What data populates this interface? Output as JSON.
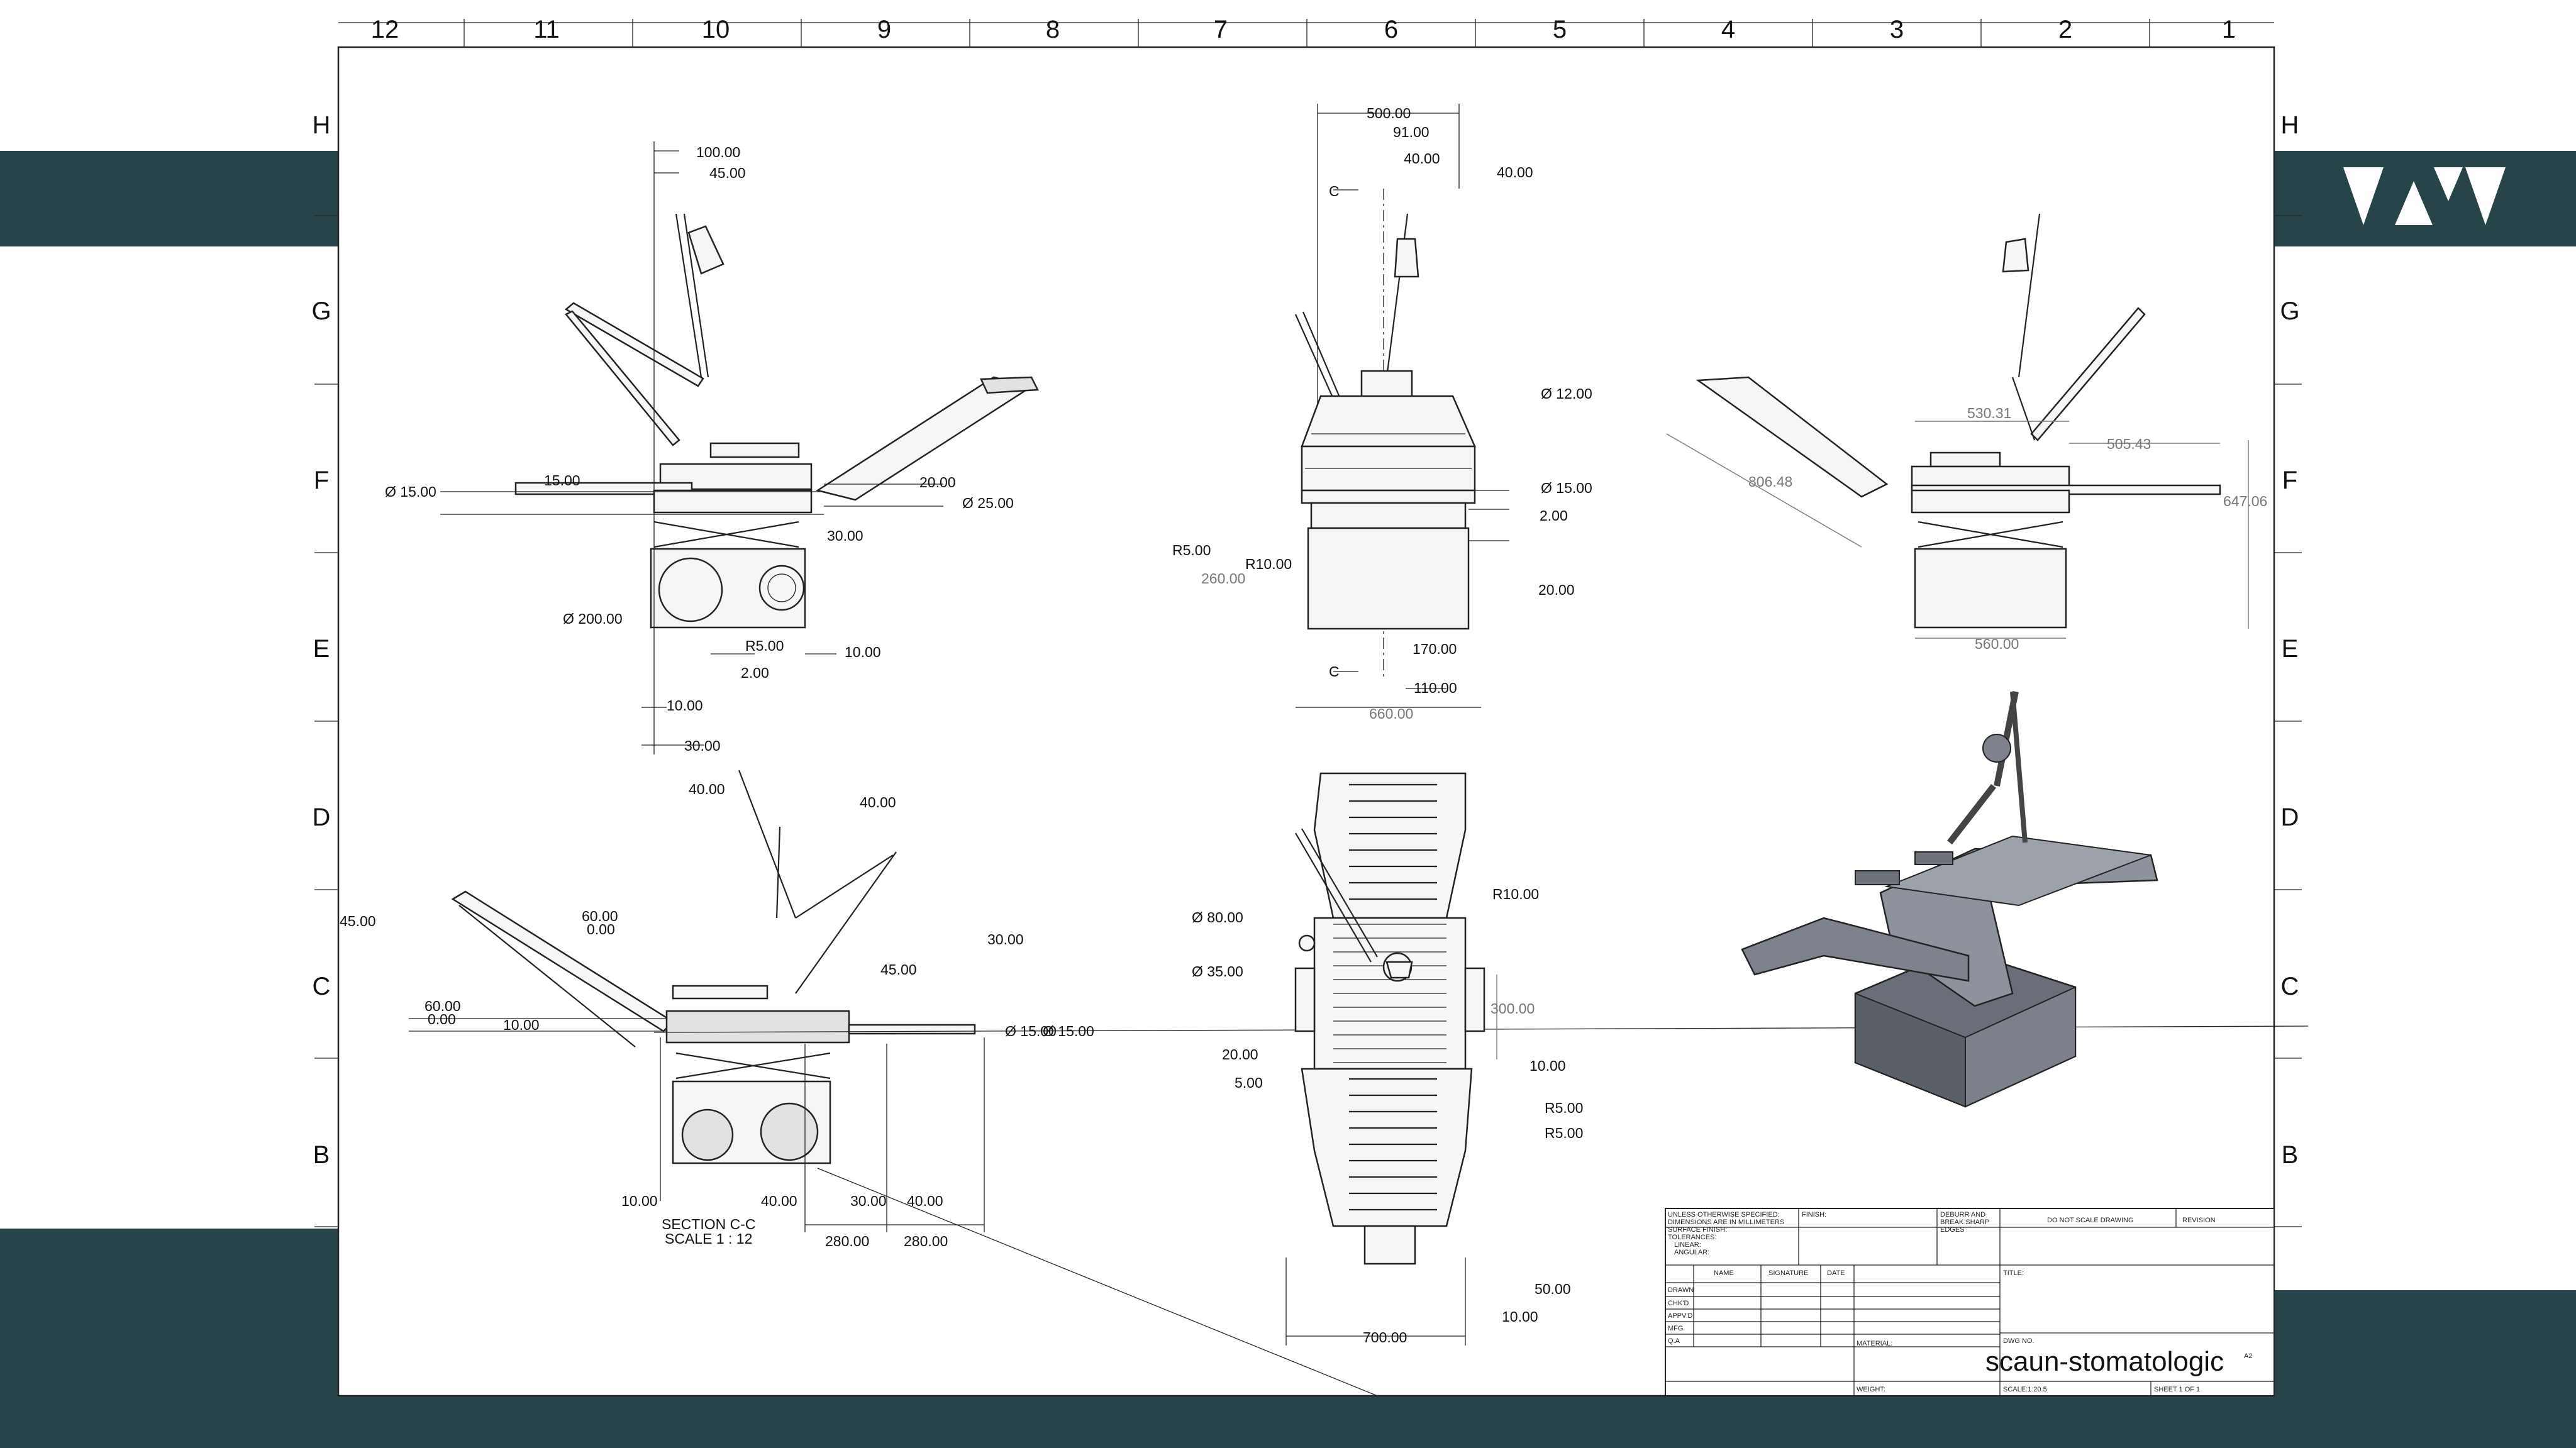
{
  "zone_columns": [
    "12",
    "11",
    "10",
    "9",
    "8",
    "7",
    "6",
    "5",
    "4",
    "3",
    "2",
    "1"
  ],
  "zone_rows": [
    "H",
    "G",
    "F",
    "E",
    "D",
    "C",
    "B"
  ],
  "views": {
    "left": {
      "dims": [
        "100.00",
        "45.00",
        "15.00",
        "Ø 15.00",
        "20.00",
        "Ø 25.00",
        "30.00",
        "Ø 200.00",
        "R5.00",
        "2.00",
        "10.00",
        "10.00",
        "30.00"
      ]
    },
    "front": {
      "dims": [
        "500.00",
        "91.00",
        "40.00",
        "40.00",
        "Ø 12.00",
        "Ø 15.00",
        "2.00",
        "R5.00",
        "R10.00",
        "260.00",
        "20.00",
        "170.00",
        "110.00",
        "660.00"
      ],
      "section_marks": [
        "C",
        "C"
      ]
    },
    "right": {
      "dims": [
        "530.31",
        "505.43",
        "806.48",
        "647.06",
        "560.00"
      ]
    },
    "section": {
      "dims": [
        "40.00",
        "40.00",
        "30.00",
        "45.00",
        "60.00",
        "0.00",
        "60.00",
        "0.00",
        "10.00",
        "45.00",
        "Ø 15.00",
        "Ø 15.00",
        "10.00",
        "40.00",
        "30.00",
        "40.00",
        "280.00",
        "280.00"
      ],
      "title": "SECTION C-C",
      "scale": "SCALE 1 : 12"
    },
    "top": {
      "dims": [
        "Ø 80.00",
        "Ø 35.00",
        "R10.00",
        "300.00",
        "20.00",
        "5.00",
        "10.00",
        "R5.00",
        "R5.00",
        "50.00",
        "10.00",
        "700.00"
      ]
    }
  },
  "title_block": {
    "notes": [
      "UNLESS OTHERWISE SPECIFIED:",
      "DIMENSIONS ARE IN MILLIMETERS",
      "SURFACE FINISH:",
      "TOLERANCES:",
      "LINEAR:",
      "ANGULAR:"
    ],
    "finish": "FINISH:",
    "deburr": [
      "DEBURR AND",
      "BREAK SHARP",
      "EDGES"
    ],
    "do_not_scale": "DO NOT SCALE DRAWING",
    "revision": "REVISION",
    "col_name": "NAME",
    "col_signature": "SIGNATURE",
    "col_date": "DATE",
    "rows": [
      "DRAWN",
      "CHK'D",
      "APPV'D",
      "MFG",
      "Q.A"
    ],
    "title_label": "TITLE:",
    "material": "MATERIAL:",
    "dwg_no": "DWG NO.",
    "drawing_name": "scaun-stomatologic",
    "size": "A2",
    "weight": "WEIGHT:",
    "scale": "SCALE:1:20.5",
    "sheet": "SHEET 1 OF 1"
  },
  "logo_icon": "brand-logo-icon",
  "colors": {
    "band": "#26444a",
    "ink": "#222222"
  }
}
